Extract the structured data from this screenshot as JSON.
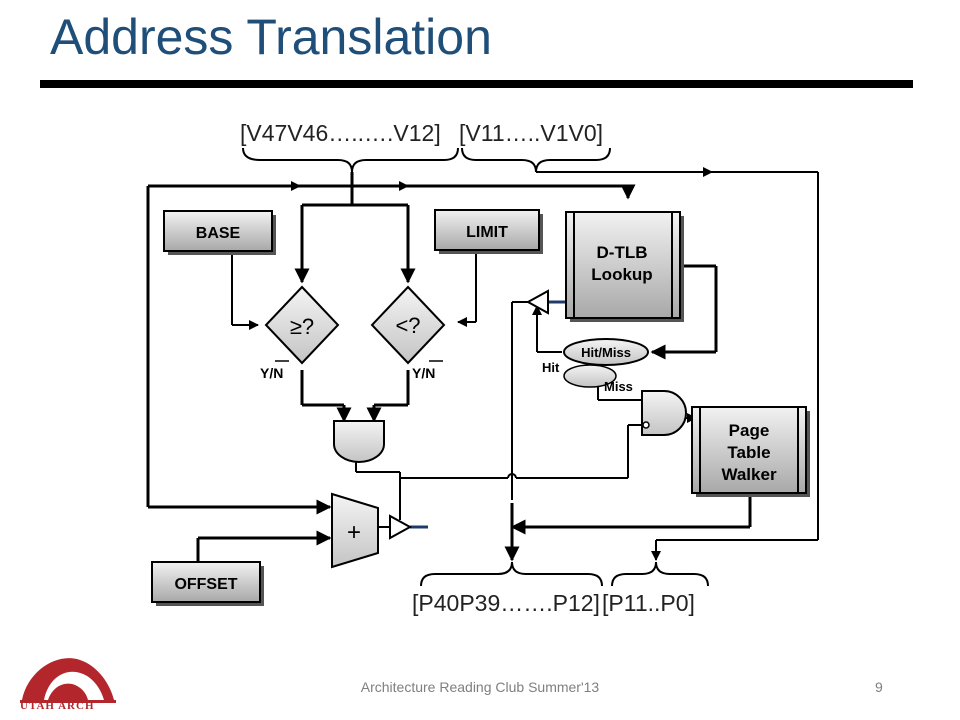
{
  "slide": {
    "title": "Address Translation",
    "footer": "Architecture Reading Club Summer'13",
    "page_number": "9",
    "logo_text": "UTAH ARCH"
  },
  "diagram": {
    "va_high": "[V47V46…..….V12]",
    "va_low": "[V11…..V1V0]",
    "pa_high": "[P40P39…….P12]",
    "pa_low": "[P11..P0]",
    "base": "BASE",
    "limit": "LIMIT",
    "dtlb_line1": "D-TLB",
    "dtlb_line2": "Lookup",
    "ge": "≥?",
    "lt": "<?",
    "yn_left": "Y/N",
    "yn_right": "Y/N",
    "hitmiss": "Hit/Miss",
    "hit": "Hit",
    "miss": "Miss",
    "ptw_line1": "Page",
    "ptw_line2": "Table",
    "ptw_line3": "Walker",
    "plus": "+",
    "offset": "OFFSET"
  }
}
